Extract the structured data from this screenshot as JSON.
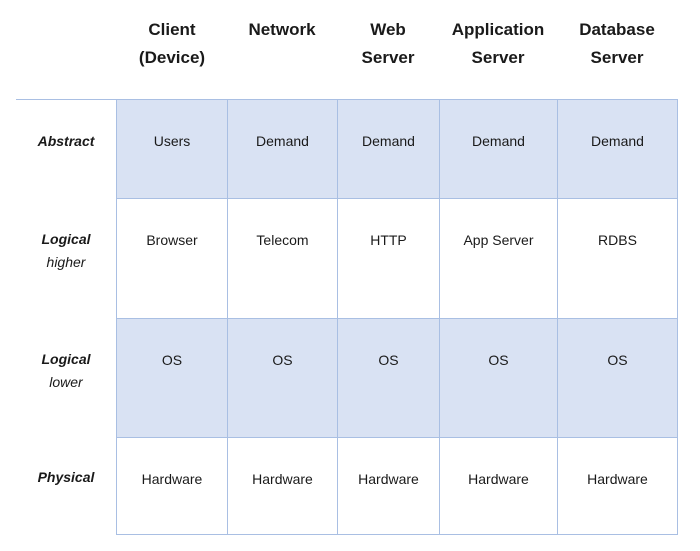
{
  "columns": [
    {
      "line1": "Client",
      "line2": "(Device)"
    },
    {
      "line1": "Network",
      "line2": ""
    },
    {
      "line1": "Web",
      "line2": "Server"
    },
    {
      "line1": "Application",
      "line2": "Server"
    },
    {
      "line1": "Database",
      "line2": "Server"
    }
  ],
  "rows": [
    {
      "label": "Abstract",
      "sublabel": "",
      "shaded": true,
      "cells": [
        "Users",
        "Demand",
        "Demand",
        "Demand",
        "Demand"
      ]
    },
    {
      "label": "Logical",
      "sublabel": "higher",
      "shaded": false,
      "cells": [
        "Browser",
        "Telecom",
        "HTTP",
        "App Server",
        "RDBS"
      ]
    },
    {
      "label": "Logical",
      "sublabel": "lower",
      "shaded": true,
      "cells": [
        "OS",
        "OS",
        "OS",
        "OS",
        "OS"
      ]
    },
    {
      "label": "Physical",
      "sublabel": "",
      "shaded": false,
      "cells": [
        "Hardware",
        "Hardware",
        "Hardware",
        "Hardware",
        "Hardware"
      ]
    }
  ],
  "colors": {
    "shade": "#d9e2f3",
    "border": "#a9bfe3"
  }
}
